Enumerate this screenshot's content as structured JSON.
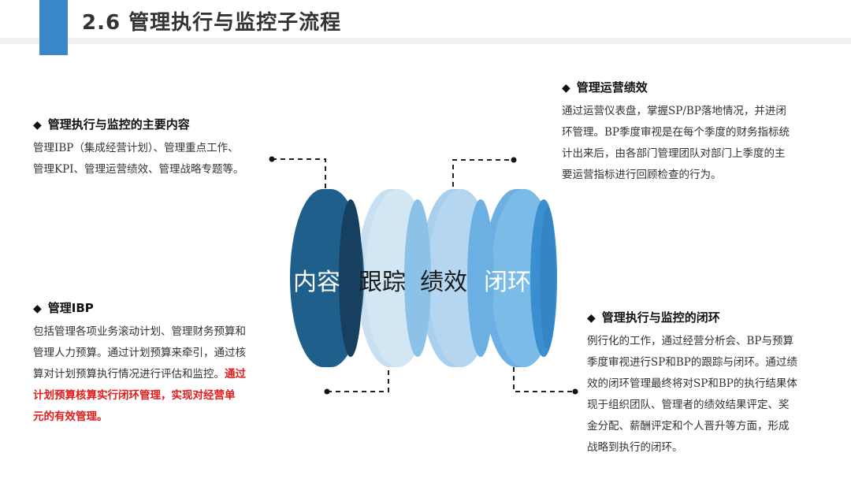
{
  "title": "2.6 管理执行与监控子流程",
  "cylinders": [
    {
      "label": "内容",
      "color": "#1f5f8b",
      "text_color": "#ffffff"
    },
    {
      "label": "跟踪",
      "color": "#c7dff0",
      "text_color": "#1b1b1b"
    },
    {
      "label": "绩效",
      "color": "#a8cfee",
      "text_color": "#1b1b1b"
    },
    {
      "label": "闭环",
      "color": "#6cb0e3",
      "text_color": "#ffffff"
    }
  ],
  "sections": {
    "main_content": {
      "heading": "管理执行与监控的主要内容",
      "lines": [
        "管理IBP（集成经营计划）、管理重点工作、",
        "管理KPI、管理运营绩效、管理战略专题等。"
      ]
    },
    "ibp": {
      "heading": "管理IBP",
      "lines": [
        "包括管理各项业务滚动计划、管理财务预算和",
        "管理人力预算。通过计划预算来牵引，通过核"
      ],
      "line3_normal": "算对计划预算执行情况进行评估和监控。",
      "line3_red": "通过",
      "red_lines": [
        "计划预算核算实行闭环管理，实现对经营单",
        "元的有效管理。"
      ]
    },
    "ops": {
      "heading": "管理运营绩效",
      "lines": [
        "通过运营仪表盘，掌握SP/BP落地情况，并进闭",
        "环管理。BP季度审视是在每个季度的财务指标统",
        "计出来后，由各部门管理团队对部门上季度的主",
        "要运营指标进行回顾检查的行为。"
      ]
    },
    "closed_loop": {
      "heading": "管理执行与监控的闭环",
      "lines": [
        "例行化的工作，通过经营分析会、BP与预算",
        "季度审视进行SP和BP的跟踪与闭环。通过绩",
        "效的闭环管理最终将对SP和BP的执行结果体",
        "现于组织团队、管理者的绩效结果评定、奖",
        "金分配、薪酬评定和个人晋升等方面，形成",
        "战略到执行的闭环。"
      ]
    },
    "bullet": "◆"
  }
}
